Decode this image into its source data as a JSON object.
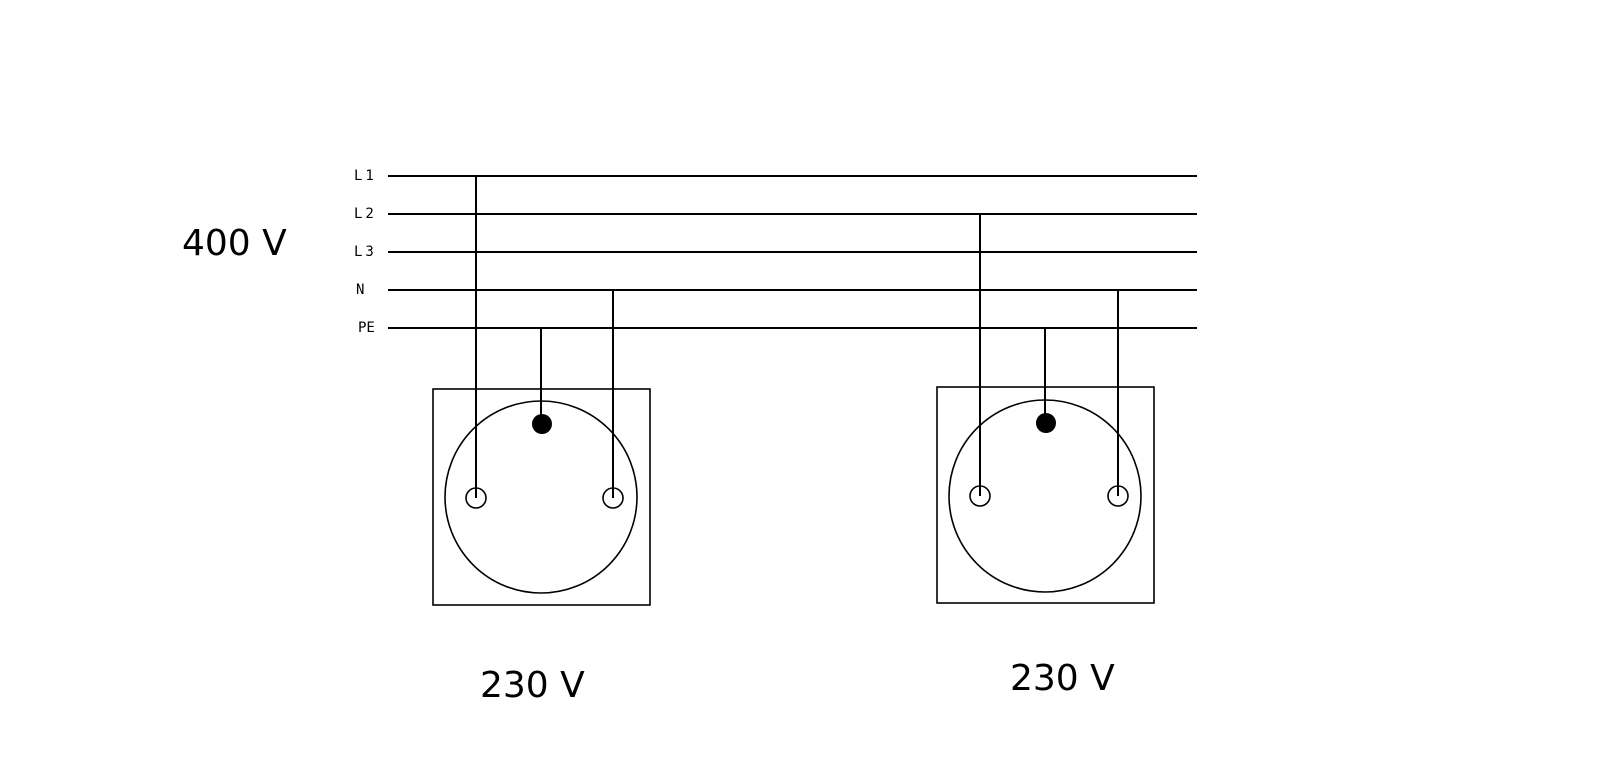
{
  "supply_voltage": "400 V",
  "bus_labels": {
    "l1": "L1",
    "l2": "L2",
    "l3": "L3",
    "n": "N",
    "pe": "PE"
  },
  "sockets": [
    {
      "voltage": "230 V",
      "phase": "L1"
    },
    {
      "voltage": "230 V",
      "phase": "L2"
    }
  ],
  "colors": {
    "line": "#000000",
    "background": "#ffffff"
  }
}
